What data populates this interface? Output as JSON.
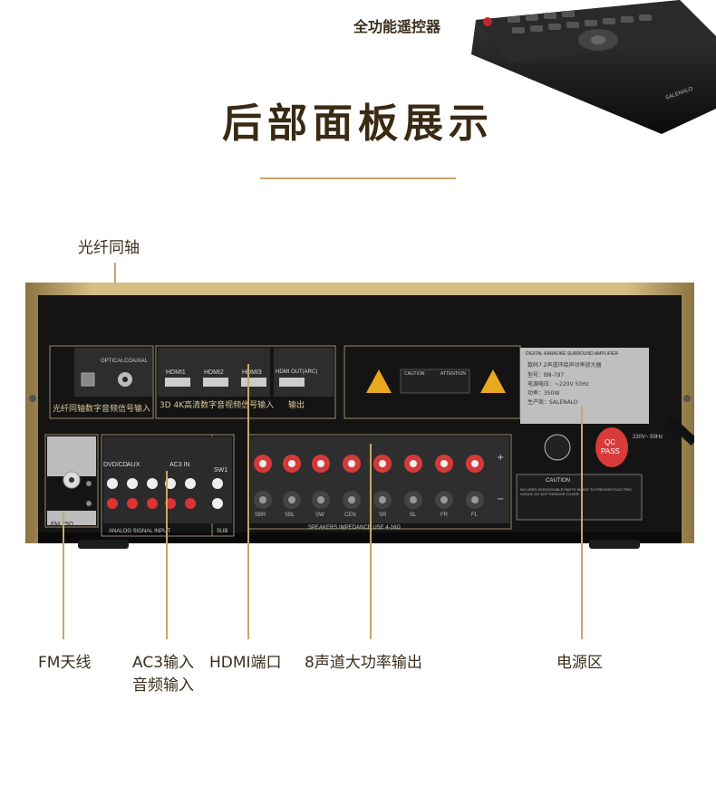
{
  "header": {
    "remote_label": "全功能遥控器",
    "title": "后部面板展示"
  },
  "callouts": {
    "optical": "光纤同轴",
    "fm": "FM天线",
    "ac3_line1": "AC3输入",
    "ac3_line2": "音频输入",
    "hdmi": "HDMI端口",
    "speakers": "8声道大功率输出",
    "power": "电源区"
  },
  "panel": {
    "optical_label": "OPTICAL",
    "coaxial_label": "COAXIAL",
    "optical_caption": "光纤同轴数字音频信号输入",
    "hdmi_labels": [
      "HDMI1",
      "HDMI2",
      "HDMI3"
    ],
    "hdmi_out": "HDMI OUT(ARC)",
    "hdmi_caption": "3D 4K高清数字音视频信号输入",
    "hdmi_out_caption": "输出",
    "caution_left": "CAUTION",
    "caution_right": "ATTENTION",
    "fm_tag": "FM 75Ω",
    "analog_caption": "ANALOG SIGNAL INPUT",
    "sub_caption": "SUB",
    "dvd_label": "DVD/CD",
    "aux_label": "AUX",
    "ac3_label": "AC3 IN",
    "sw_label": "SW1",
    "speaker_labels": [
      "SBR",
      "SBL",
      "SW",
      "CEN",
      "SR",
      "SL",
      "FR",
      "FL"
    ],
    "speaker_caption": "SPEAKERS IMPEDANCE USE 4-16Ω",
    "plus": "+",
    "minus": "−",
    "nameplate_title": "DIGITAL KARAOKE SURROUND AMPLIFIER",
    "nameplate_line1": "数码7.2声道环绕声功率放大器",
    "nameplate_model": "型号：BN-797",
    "nameplate_voltage": "电源电压：~220V 50Hz",
    "nameplate_power": "功率：350W",
    "nameplate_maker": "生产商：SALENALO",
    "qc_top": "QC",
    "qc_bottom": "PASS",
    "voltage_tag": "220V~ 50Hz",
    "caution_box_title": "CAUTION",
    "caution_box_text": "NO USER-SERVICEABLE PARTS INSIDE TO PREVENT ELECTRIC SHOCK DO NOT REMOVE COVER"
  },
  "colors": {
    "gold": "#c9a56a",
    "panel_black": "#151515",
    "trim": "#b89a5c",
    "title": "#3a2a14"
  }
}
